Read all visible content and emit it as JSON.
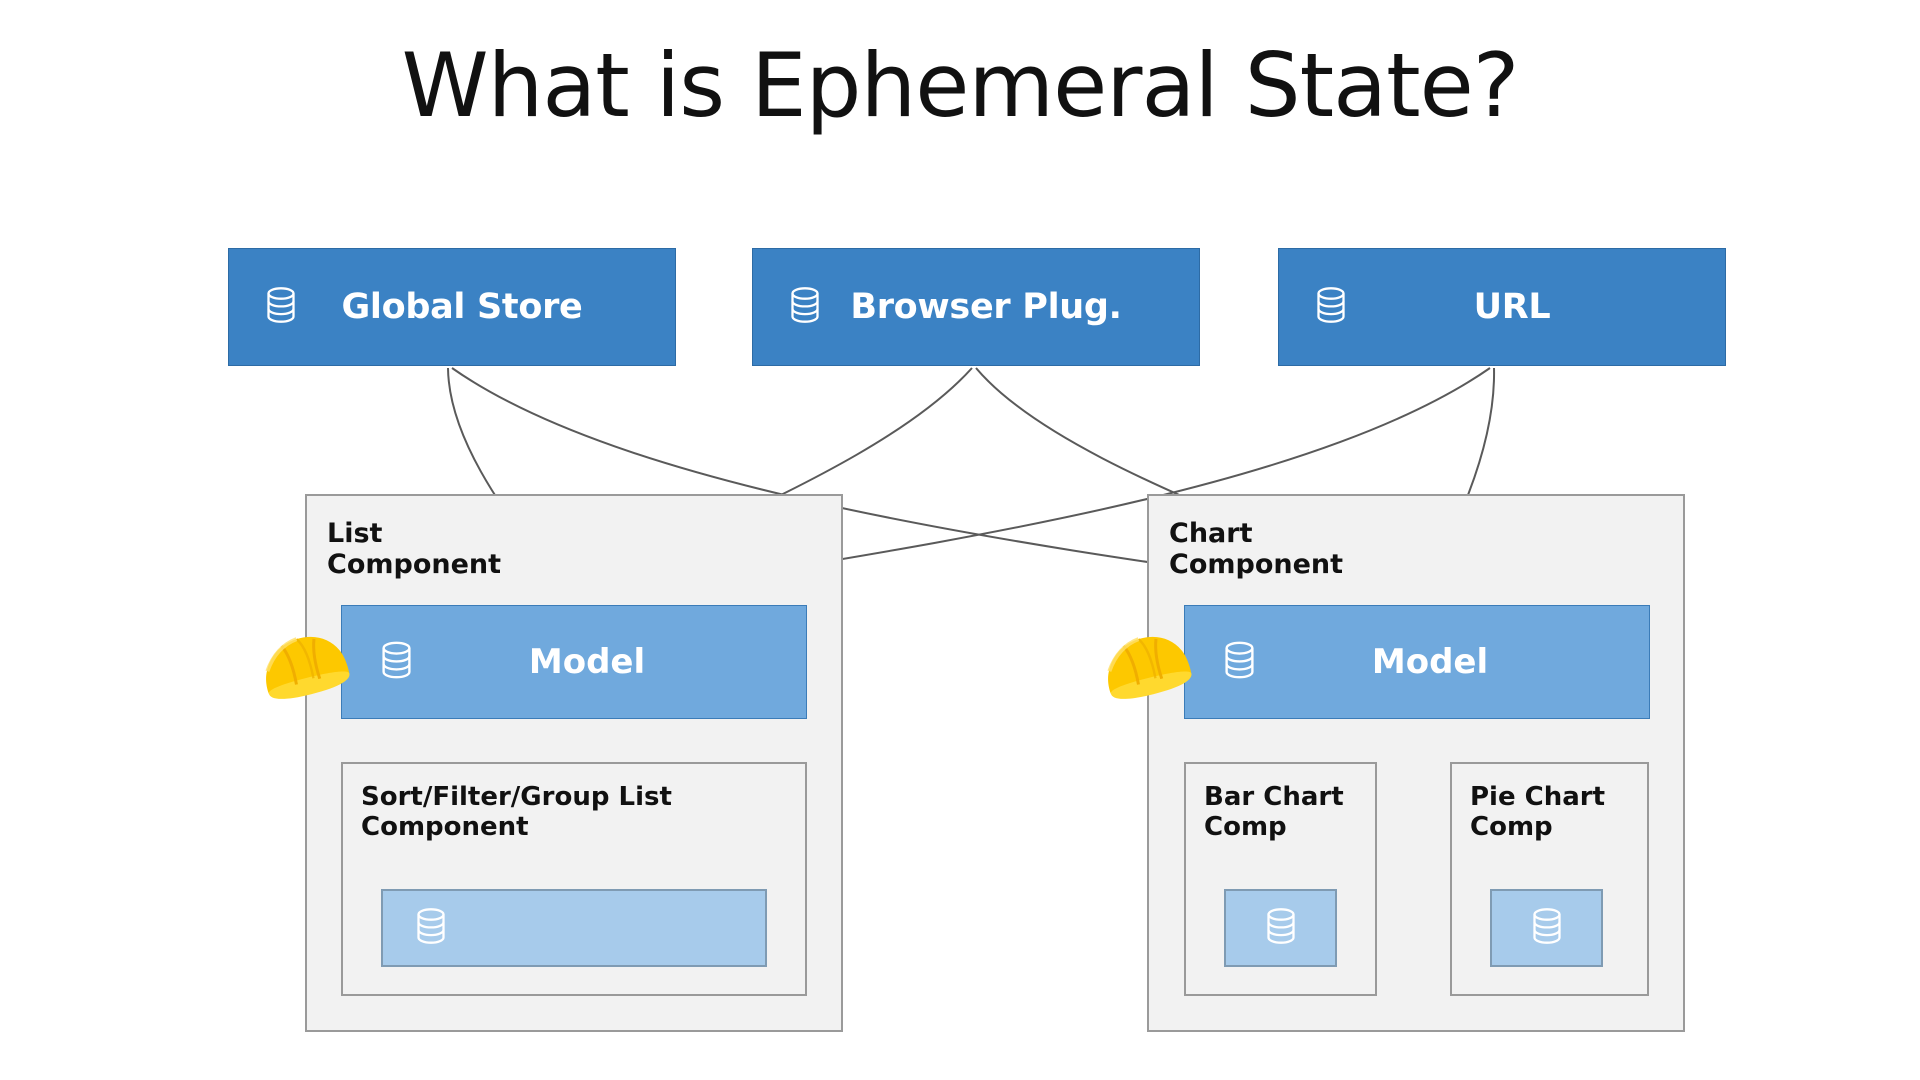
{
  "slide": {
    "title": "What is Ephemeral State?",
    "background_color": "#ffffff"
  },
  "colors": {
    "source_box_fill": "#3b82c4",
    "source_box_border": "#2d6ba5",
    "model_fill": "#70a9dd",
    "model_border": "#3b7cb8",
    "panel_fill": "#f2f2f2",
    "panel_border": "#9a9a9a",
    "db_chip_fill": "#a7cbeb",
    "db_chip_border": "#7f9bb3",
    "connector_stroke": "#5a5a5a",
    "title_color": "#111111",
    "box_text_color": "#ffffff"
  },
  "sources": [
    {
      "label": "Global Store",
      "icon": "database-icon"
    },
    {
      "label": "Browser Plug.",
      "icon": "database-icon"
    },
    {
      "label": "URL",
      "icon": "database-icon"
    }
  ],
  "components": [
    {
      "title": "List\nComponent",
      "badge_icon": "hard-hat-icon",
      "model": {
        "label": "Model",
        "icon": "database-icon"
      },
      "children": [
        {
          "title": "Sort/Filter/Group List\nComponent",
          "chip": {
            "icon": "database-icon",
            "label": ""
          }
        }
      ]
    },
    {
      "title": "Chart\nComponent",
      "badge_icon": "hard-hat-icon",
      "model": {
        "label": "Model",
        "icon": "database-icon"
      },
      "children": [
        {
          "title": "Bar Chart\nComp",
          "chip": {
            "icon": "database-icon",
            "label": ""
          }
        },
        {
          "title": "Pie Chart\nComp",
          "chip": {
            "icon": "database-icon",
            "label": ""
          }
        }
      ]
    }
  ]
}
